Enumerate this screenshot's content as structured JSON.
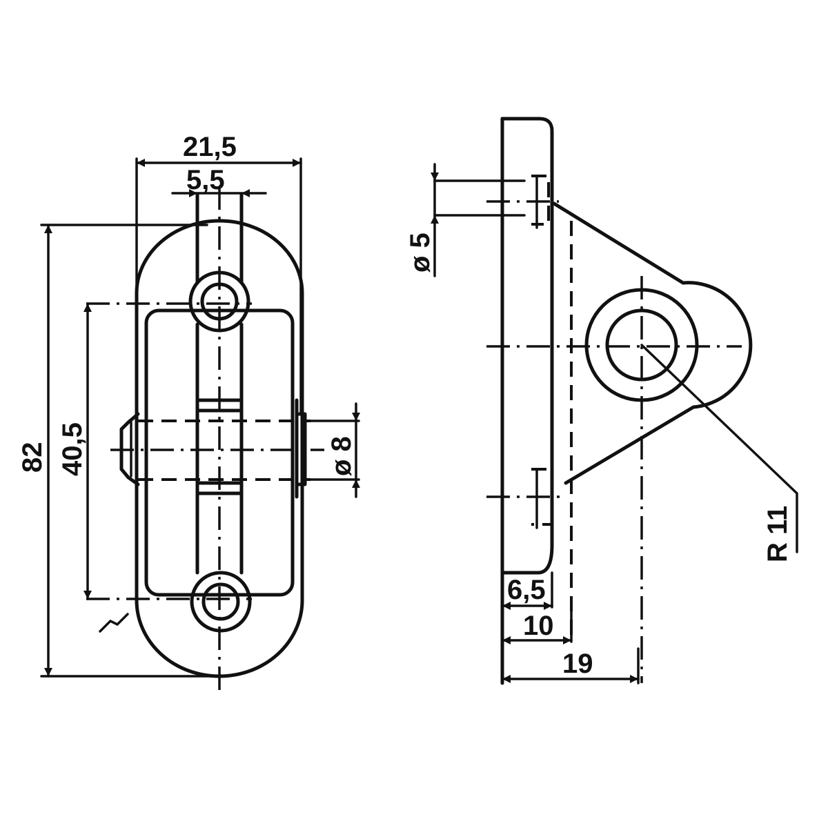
{
  "drawing": {
    "front_view": {
      "dimensions": {
        "overall_width": "21,5",
        "slot_width": "5,5",
        "overall_height": "82",
        "hole_spacing": "40,5",
        "pin_diameter": "ø 8"
      }
    },
    "side_view": {
      "dimensions": {
        "hole_diameter": "ø 5",
        "radius": "R 11",
        "plate_thickness": "6,5",
        "depth": "10",
        "overall_depth": "19"
      }
    },
    "colors": {
      "line": "#111111",
      "background": "#ffffff"
    }
  }
}
